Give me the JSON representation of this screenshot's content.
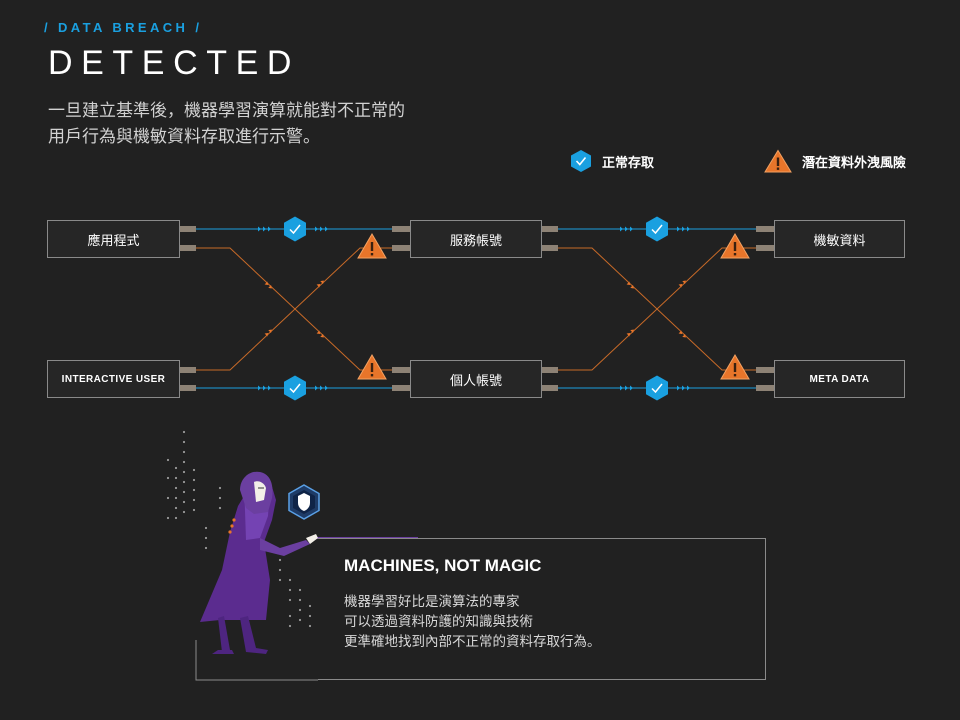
{
  "header": {
    "eyebrow": "/ DATA BREACH /",
    "title": "DETECTED",
    "subtitle_lines": [
      "一旦建立基準後，機器學習演算就能對不正常的",
      "用戶行為與機敏資料存取進行示警。"
    ]
  },
  "legend": {
    "normal": {
      "label": "正常存取",
      "icon": "shield-check-icon",
      "color": "#1aa0e0"
    },
    "risk": {
      "label": "潛在資料外洩風險",
      "icon": "warning-triangle-icon",
      "color": "#e8752a"
    }
  },
  "nodes": {
    "app": "應用程式",
    "interactive_user": "INTERACTIVE USER",
    "service_account": "服務帳號",
    "personal_account": "個人帳號",
    "sensitive_data": "機敏資料",
    "meta_data": "META DATA"
  },
  "callout": {
    "title": "MACHINES, NOT MAGIC",
    "body_lines": [
      "機器學習好比是演算法的專家",
      "可以透過資料防護的知識與技術",
      "更準確地找到內部不正常的資料存取行為。"
    ]
  },
  "colors": {
    "background": "#212121",
    "accent_blue": "#1aa0e0",
    "accent_orange": "#e8752a",
    "figure_purple": "#6b3fa0"
  }
}
